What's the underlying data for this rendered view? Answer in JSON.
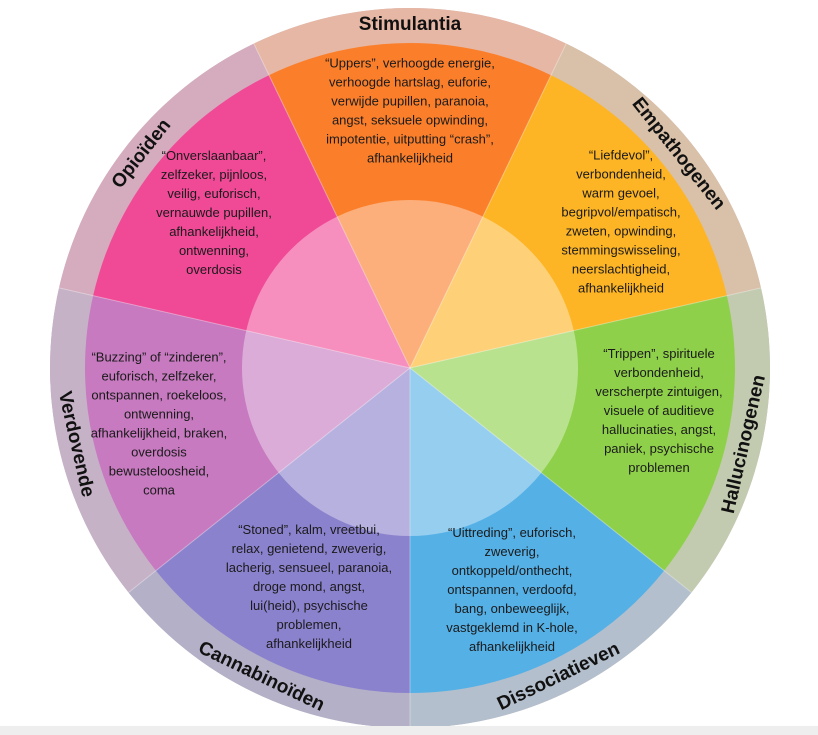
{
  "wheel": {
    "ring_color": "#c9b7bc",
    "inner_overlay": "rgba(255,255,255,0.38)",
    "segments": [
      {
        "id": "stimulantia",
        "label": "Stimulantia",
        "color": "#fb7f2b",
        "ring_tint": "#e6b7a4",
        "lines": [
          "“Uppers”, verhoogde energie,",
          "verhoogde hartslag, euforie,",
          "verwijde pupillen, paranoia,",
          "angst, seksuele opwinding,",
          "impotentie, uitputting “crash”,",
          "afhankelijkheid"
        ]
      },
      {
        "id": "empathogenen",
        "label": "Empathogenen",
        "color": "#fdb526",
        "ring_tint": "#d9c0a8",
        "lines": [
          "“Liefdevol”,",
          "verbondenheid,",
          "warm gevoel,",
          "begripvol/empatisch,",
          "zweten, opwinding,",
          "stemmingswisseling,",
          "neerslachtigheid,",
          "afhankelijkheid"
        ]
      },
      {
        "id": "hallucinogenen",
        "label": "Hallucinogenen",
        "color": "#8fd04b",
        "ring_tint": "#c2cbb0",
        "lines": [
          "“Trippen”, spirituele",
          "verbondenheid,",
          "verscherpte zintuigen,",
          "visuele of auditieve",
          "hallucinaties, angst,",
          "paniek, psychische",
          "problemen"
        ]
      },
      {
        "id": "dissociatieven",
        "label": "Dissociatieven",
        "color": "#55b0e6",
        "ring_tint": "#b3bfcc",
        "lines": [
          "“Uittreding”, euforisch,",
          "zweverig,",
          "ontkoppeld/onthecht,",
          "ontspannen, verdoofd,",
          "bang, onbeweeglijk,",
          "vastgeklemd in K-hole,",
          "afhankelijkheid"
        ]
      },
      {
        "id": "cannabinoiden",
        "label": "Cannabinoïden",
        "color": "#8b82cd",
        "ring_tint": "#b4b0c7",
        "lines": [
          "“Stoned”, kalm, vreetbui,",
          "relax, genietend, zweverig,",
          "lacherig, sensueel, paranoia,",
          "droge mond, angst,",
          "lui(heid), psychische",
          "problemen,",
          "afhankelijkheid"
        ]
      },
      {
        "id": "verdovende",
        "label": "Verdovende",
        "color": "#c77ac0",
        "ring_tint": "#c6b2c7",
        "lines": [
          "“Buzzing” of “zinderen”,",
          "euforisch, zelfzeker,",
          "ontspannen, roekeloos,",
          "ontwenning,",
          "afhankelijkheid, braken,",
          "overdosis",
          "bewusteloosheid,",
          "coma"
        ]
      },
      {
        "id": "opioiden",
        "label": "Opioïden",
        "color": "#f04a97",
        "ring_tint": "#d4acbd",
        "lines": [
          "“Onverslaanbaar”,",
          "zelfzeker, pijnloos,",
          "veilig, euforisch,",
          "vernauwde pupillen,",
          "afhankelijkheid,",
          "ontwenning,",
          "overdosis"
        ]
      }
    ]
  }
}
